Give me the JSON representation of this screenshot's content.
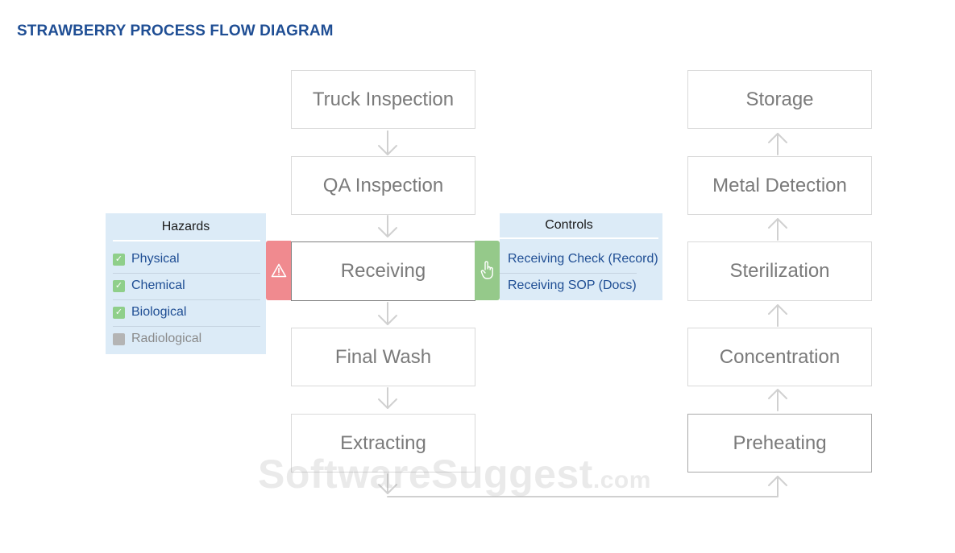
{
  "title": "STRAWBERRY PROCESS FLOW DIAGRAM",
  "left_column": [
    "Truck Inspection",
    "QA Inspection",
    "Receiving",
    "Final Wash",
    "Extracting"
  ],
  "right_column": [
    "Storage",
    "Metal Detection",
    "Sterilization",
    "Concentration",
    "Preheating"
  ],
  "hazards": {
    "title": "Hazards",
    "items": [
      {
        "label": "Physical",
        "checked": true
      },
      {
        "label": "Chemical",
        "checked": true
      },
      {
        "label": "Biological",
        "checked": true
      },
      {
        "label": "Radiological",
        "checked": false
      }
    ]
  },
  "controls": {
    "title": "Controls",
    "items": [
      "Receiving Check (Record)",
      "Receiving SOP (Docs)"
    ]
  },
  "icons": {
    "hazard_tab": "warning-triangle-icon",
    "control_tab": "hand-pointer-icon",
    "check": "checkmark-icon"
  },
  "colors": {
    "title": "#1f4e94",
    "hazard_tab": "#f08a8f",
    "control_tab": "#95c98a",
    "panel_bg": "#dcebf7",
    "check_on": "#8fcf8a",
    "check_off": "#b4b4b4"
  },
  "watermark": {
    "main": "SoftwareSuggest",
    "suffix": ".com"
  }
}
